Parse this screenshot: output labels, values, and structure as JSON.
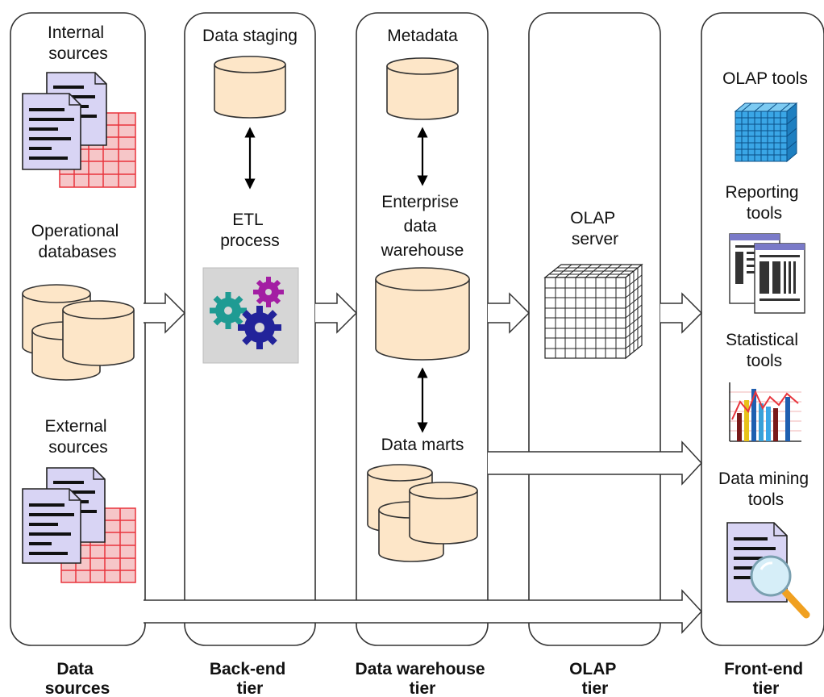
{
  "columns": {
    "data_sources": {
      "labels": {
        "internal": [
          "Internal",
          "sources"
        ],
        "operational": [
          "Operational",
          "databases"
        ],
        "external": [
          "External",
          "sources"
        ]
      },
      "tier": [
        "Data",
        "sources"
      ]
    },
    "back_end": {
      "labels": {
        "staging": [
          "Data staging"
        ],
        "etl": [
          "ETL",
          "process"
        ]
      },
      "tier": [
        "Back-end",
        "tier"
      ]
    },
    "data_warehouse": {
      "labels": {
        "metadata": [
          "Metadata"
        ],
        "edw": [
          "Enterprise",
          "data",
          "warehouse"
        ],
        "marts": [
          "Data marts"
        ]
      },
      "tier": [
        "Data warehouse",
        "tier"
      ]
    },
    "olap": {
      "labels": {
        "server": [
          "OLAP",
          "server"
        ]
      },
      "tier": [
        "OLAP",
        "tier"
      ]
    },
    "front_end": {
      "labels": {
        "olap_tools": [
          "OLAP tools"
        ],
        "reporting": [
          "Reporting",
          "tools"
        ],
        "statistical": [
          "Statistical",
          "tools"
        ],
        "mining": [
          "Data mining",
          "tools"
        ]
      },
      "tier": [
        "Front-end",
        "tier"
      ]
    }
  },
  "colors": {
    "cylinder_fill": "#fde6c8",
    "document_fill": "#d8d4f4",
    "grid_red": "#e8343c",
    "grid_red_fill": "#f6c6c8",
    "cube_blue": "#3aa6e6",
    "gear_teal": "#1f9b93",
    "gear_purple": "#a31ea3",
    "gear_navy": "#22239a",
    "magnifier_orange": "#f0a020"
  }
}
